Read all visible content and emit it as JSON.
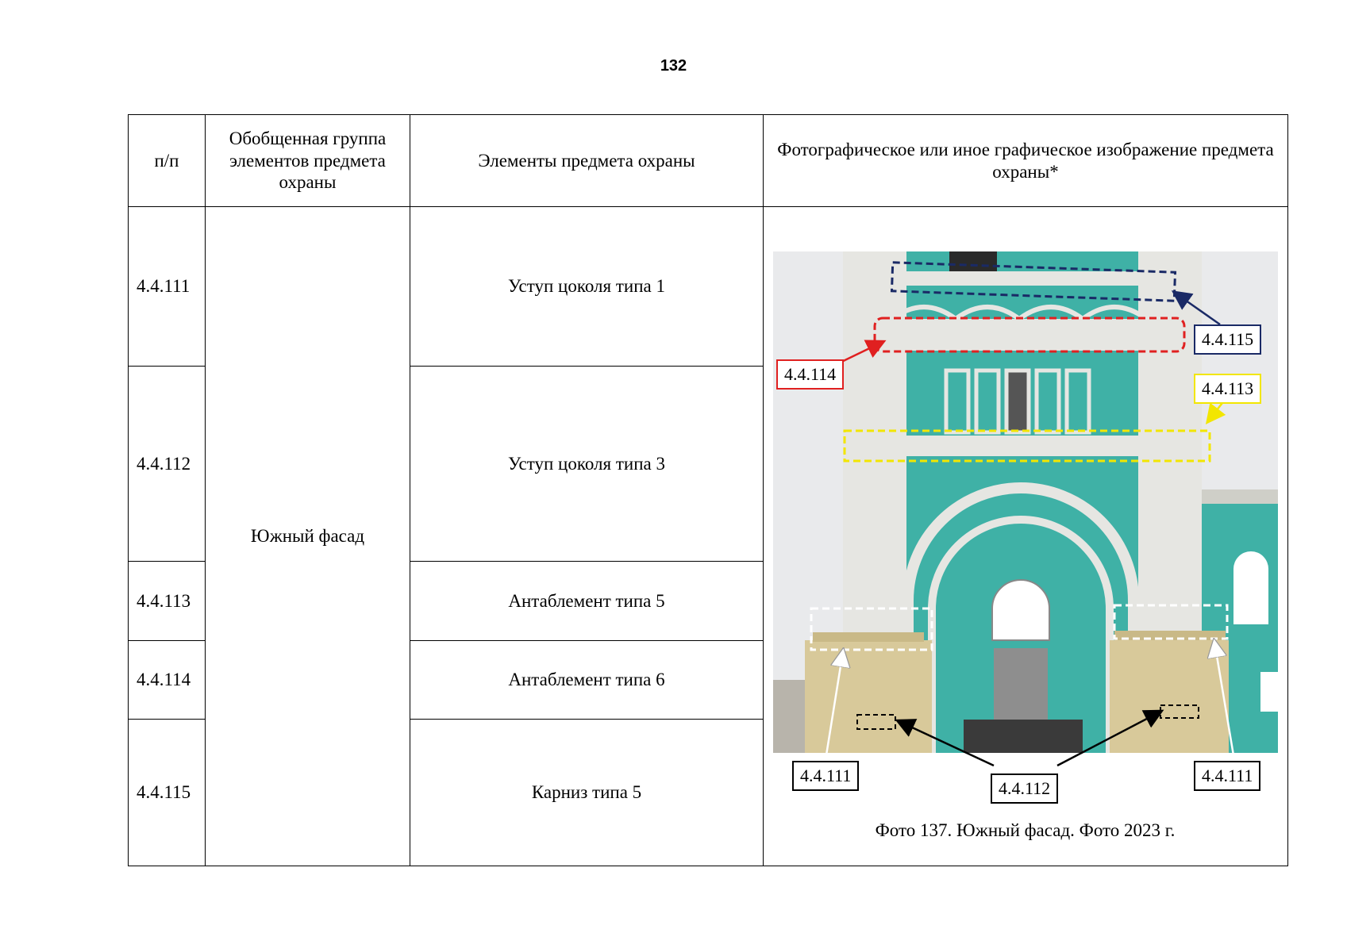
{
  "page_number": "132",
  "table": {
    "headers": [
      "п/п",
      "Обобщенная группа элементов предмета охраны",
      "Элементы предмета охраны",
      "Фотографическое или иное графическое изображение предмета охраны*"
    ],
    "group": "Южный фасад",
    "rows": [
      {
        "num": "4.4.111",
        "element": "Уступ цоколя типа 1"
      },
      {
        "num": "4.4.112",
        "element": "Уступ цоколя типа 3"
      },
      {
        "num": "4.4.113",
        "element": "Антаблемент типа 5"
      },
      {
        "num": "4.4.114",
        "element": "Антаблемент типа 6"
      },
      {
        "num": "4.4.115",
        "element": "Карниз типа 5"
      }
    ]
  },
  "photo": {
    "caption": "Фото 137. Южный фасад. Фото 2023 г.",
    "callouts": {
      "c115": "4.4.115",
      "c114": "4.4.114",
      "c113": "4.4.113",
      "c111_left": "4.4.111",
      "c112": "4.4.112",
      "c111_right": "4.4.111"
    },
    "colors": {
      "facade_turquoise": "#3fb1a6",
      "white_trim": "#e6e6e2",
      "plinth_beige": "#d8c99a",
      "sky": "#e9eaec",
      "marker_blue": "#1a2a66",
      "marker_red": "#e02020",
      "marker_yellow": "#f2e600",
      "marker_white": "#ffffff",
      "marker_black": "#000000"
    }
  }
}
